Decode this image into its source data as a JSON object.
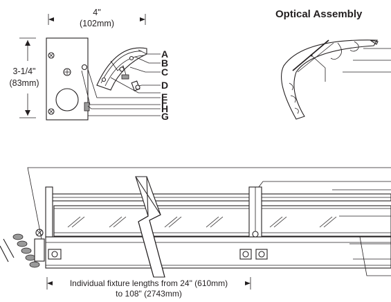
{
  "optical_assembly": {
    "title": "Optical Assembly"
  },
  "end_view": {
    "width_dimension": {
      "imperial": "4\"",
      "metric": "(102mm)"
    },
    "height_dimension": {
      "imperial": "3-1/4\"",
      "metric": "(83mm)"
    },
    "callouts": [
      "A",
      "B",
      "C",
      "D",
      "E",
      "F",
      "H",
      "G"
    ]
  },
  "length_dimension": {
    "line1": "Individual fixture lengths from 24\" (610mm)",
    "line2": "to 108\" (2743mm)"
  }
}
